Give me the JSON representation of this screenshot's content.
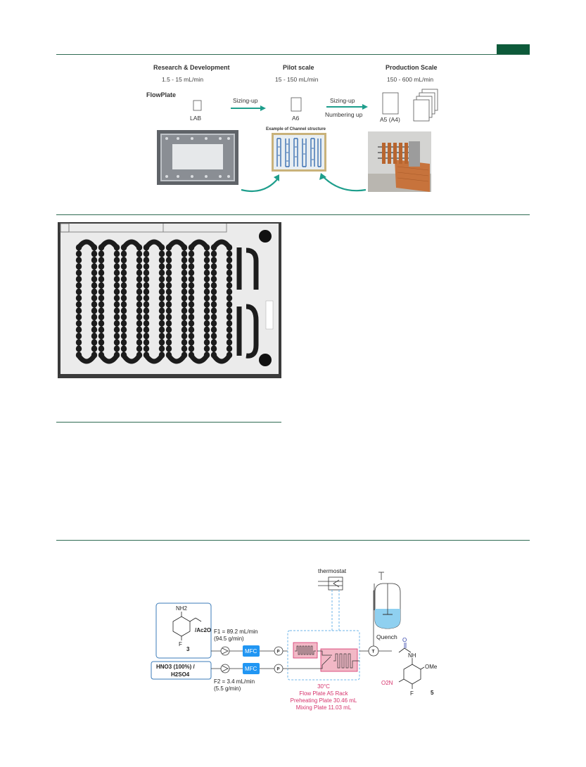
{
  "figure1": {
    "stages": [
      {
        "title": "Research & Development",
        "rate": "1.5 - 15 mL/min",
        "size": "LAB"
      },
      {
        "title": "Pilot scale",
        "rate": "15 - 150 mL/min",
        "size": "A6"
      },
      {
        "title": "Production Scale",
        "rate": "150 - 600 mL/min",
        "size": "A5 (A4)"
      }
    ],
    "flowplate_label": "FlowPlate",
    "arrow1_label": "Sizing-up",
    "arrow2_label_top": "Sizing-up",
    "arrow2_label_bottom": "Numbering up",
    "channel_caption": "Example of Channel structure",
    "accent_color": "#1e9e8c"
  },
  "scheme": {
    "thermostat": "thermostat",
    "quench": "Quench",
    "feed1_reagent": "/Ac2O",
    "feed1_compound_num": "3",
    "feed1_nh2": "NH2",
    "feed1_f": "F",
    "feed2_line1": "HNO3 (100%) /",
    "feed2_line2": "H2SO4",
    "f1_rate": "F1 = 89.2 mL/min",
    "f1_mass": "(94.5 g/min)",
    "f2_rate": "F2 = 3.4 mL/min",
    "f2_mass": "(5.5 g/min)",
    "mfc": "MFC",
    "pressure_symbol": "P",
    "temp_symbol": "T",
    "conditions": [
      "30°C",
      "Flow Plate A5 Rack",
      "Preheating Plate 30.46 mL",
      "Mixing Plate 11.03 mL"
    ],
    "product_nh": "NH",
    "product_ome": "OMe",
    "product_no2": "O2N",
    "product_f": "F",
    "product_o": "O",
    "product_num": "5",
    "condition_color": "#d6336c",
    "mfc_color": "#2196f3"
  }
}
